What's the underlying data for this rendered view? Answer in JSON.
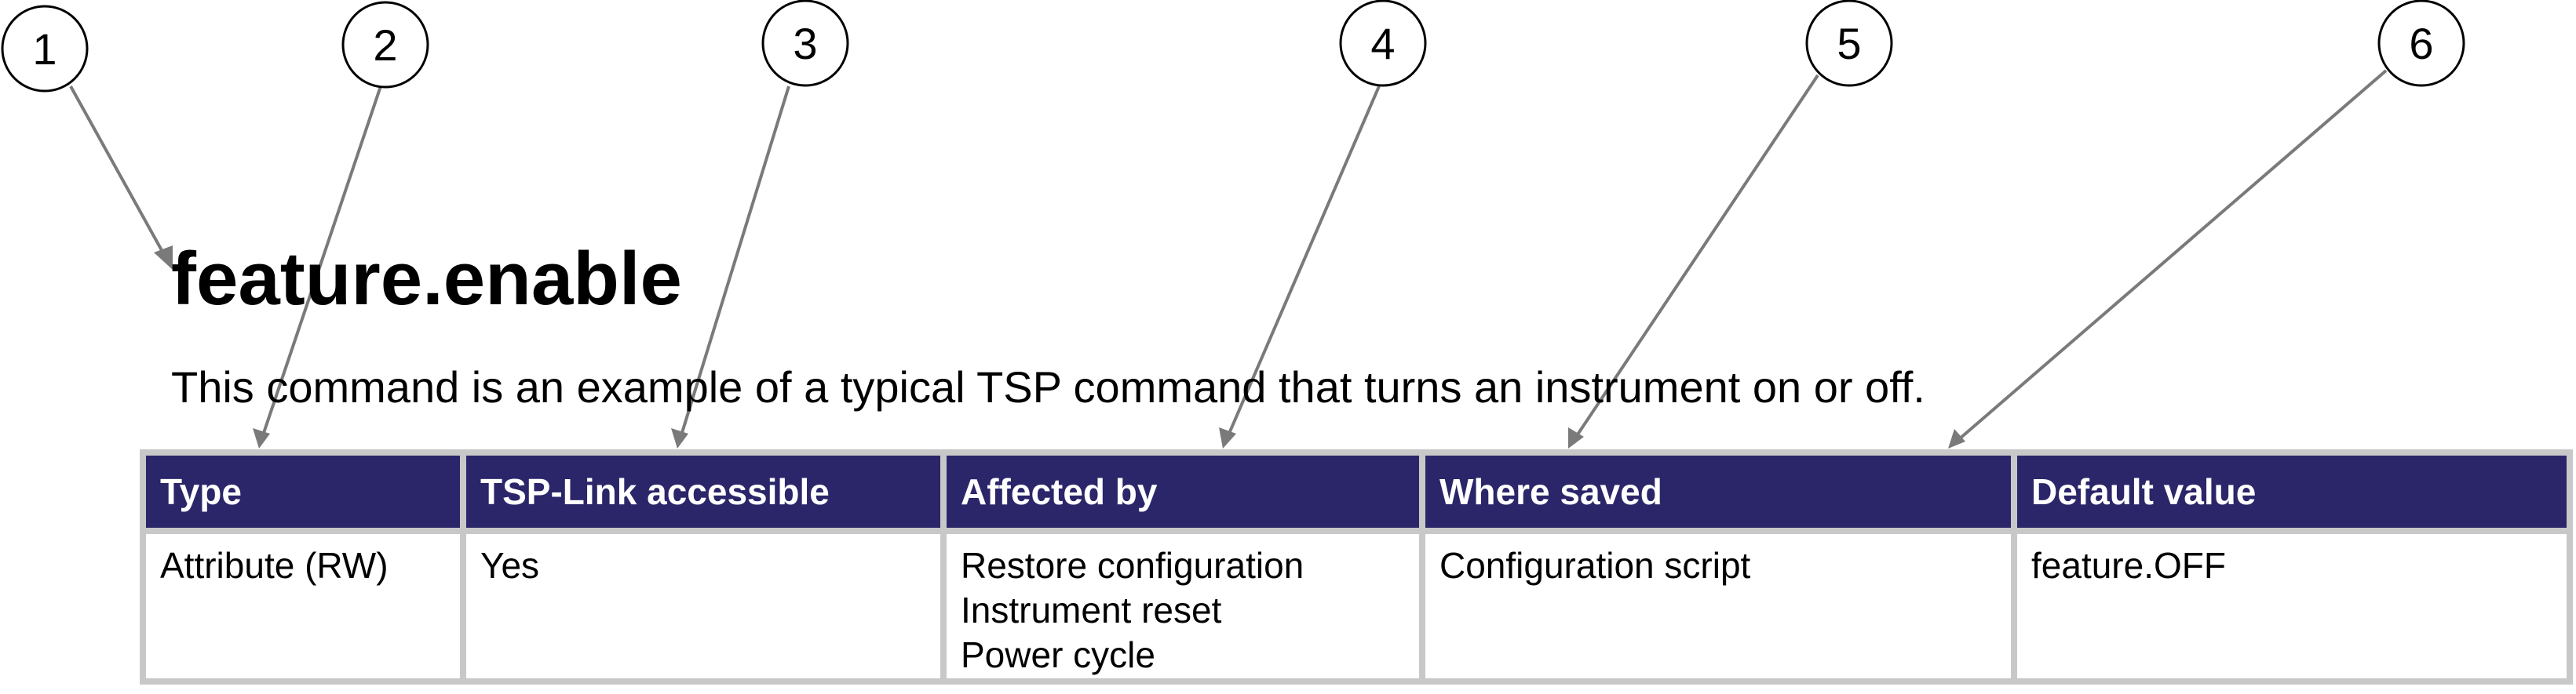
{
  "callouts": [
    "1",
    "2",
    "3",
    "4",
    "5",
    "6"
  ],
  "command": {
    "title": "feature.enable",
    "description": "This command is an example of a typical TSP command that turns an instrument on or off."
  },
  "table": {
    "headers": [
      "Type",
      "TSP-Link accessible",
      "Affected by",
      "Where saved",
      "Default value"
    ],
    "row": {
      "type": "Attribute (RW)",
      "tsp_link": "Yes",
      "affected_by": [
        "Restore configuration",
        "Instrument reset",
        "Power cycle"
      ],
      "where_saved": "Configuration script",
      "default_value": "feature.OFF"
    }
  },
  "colors": {
    "header_background": "#2b2669",
    "header_text": "#ffffff",
    "table_border": "#c8c8c8",
    "leader_line": "#7a7a7a"
  }
}
